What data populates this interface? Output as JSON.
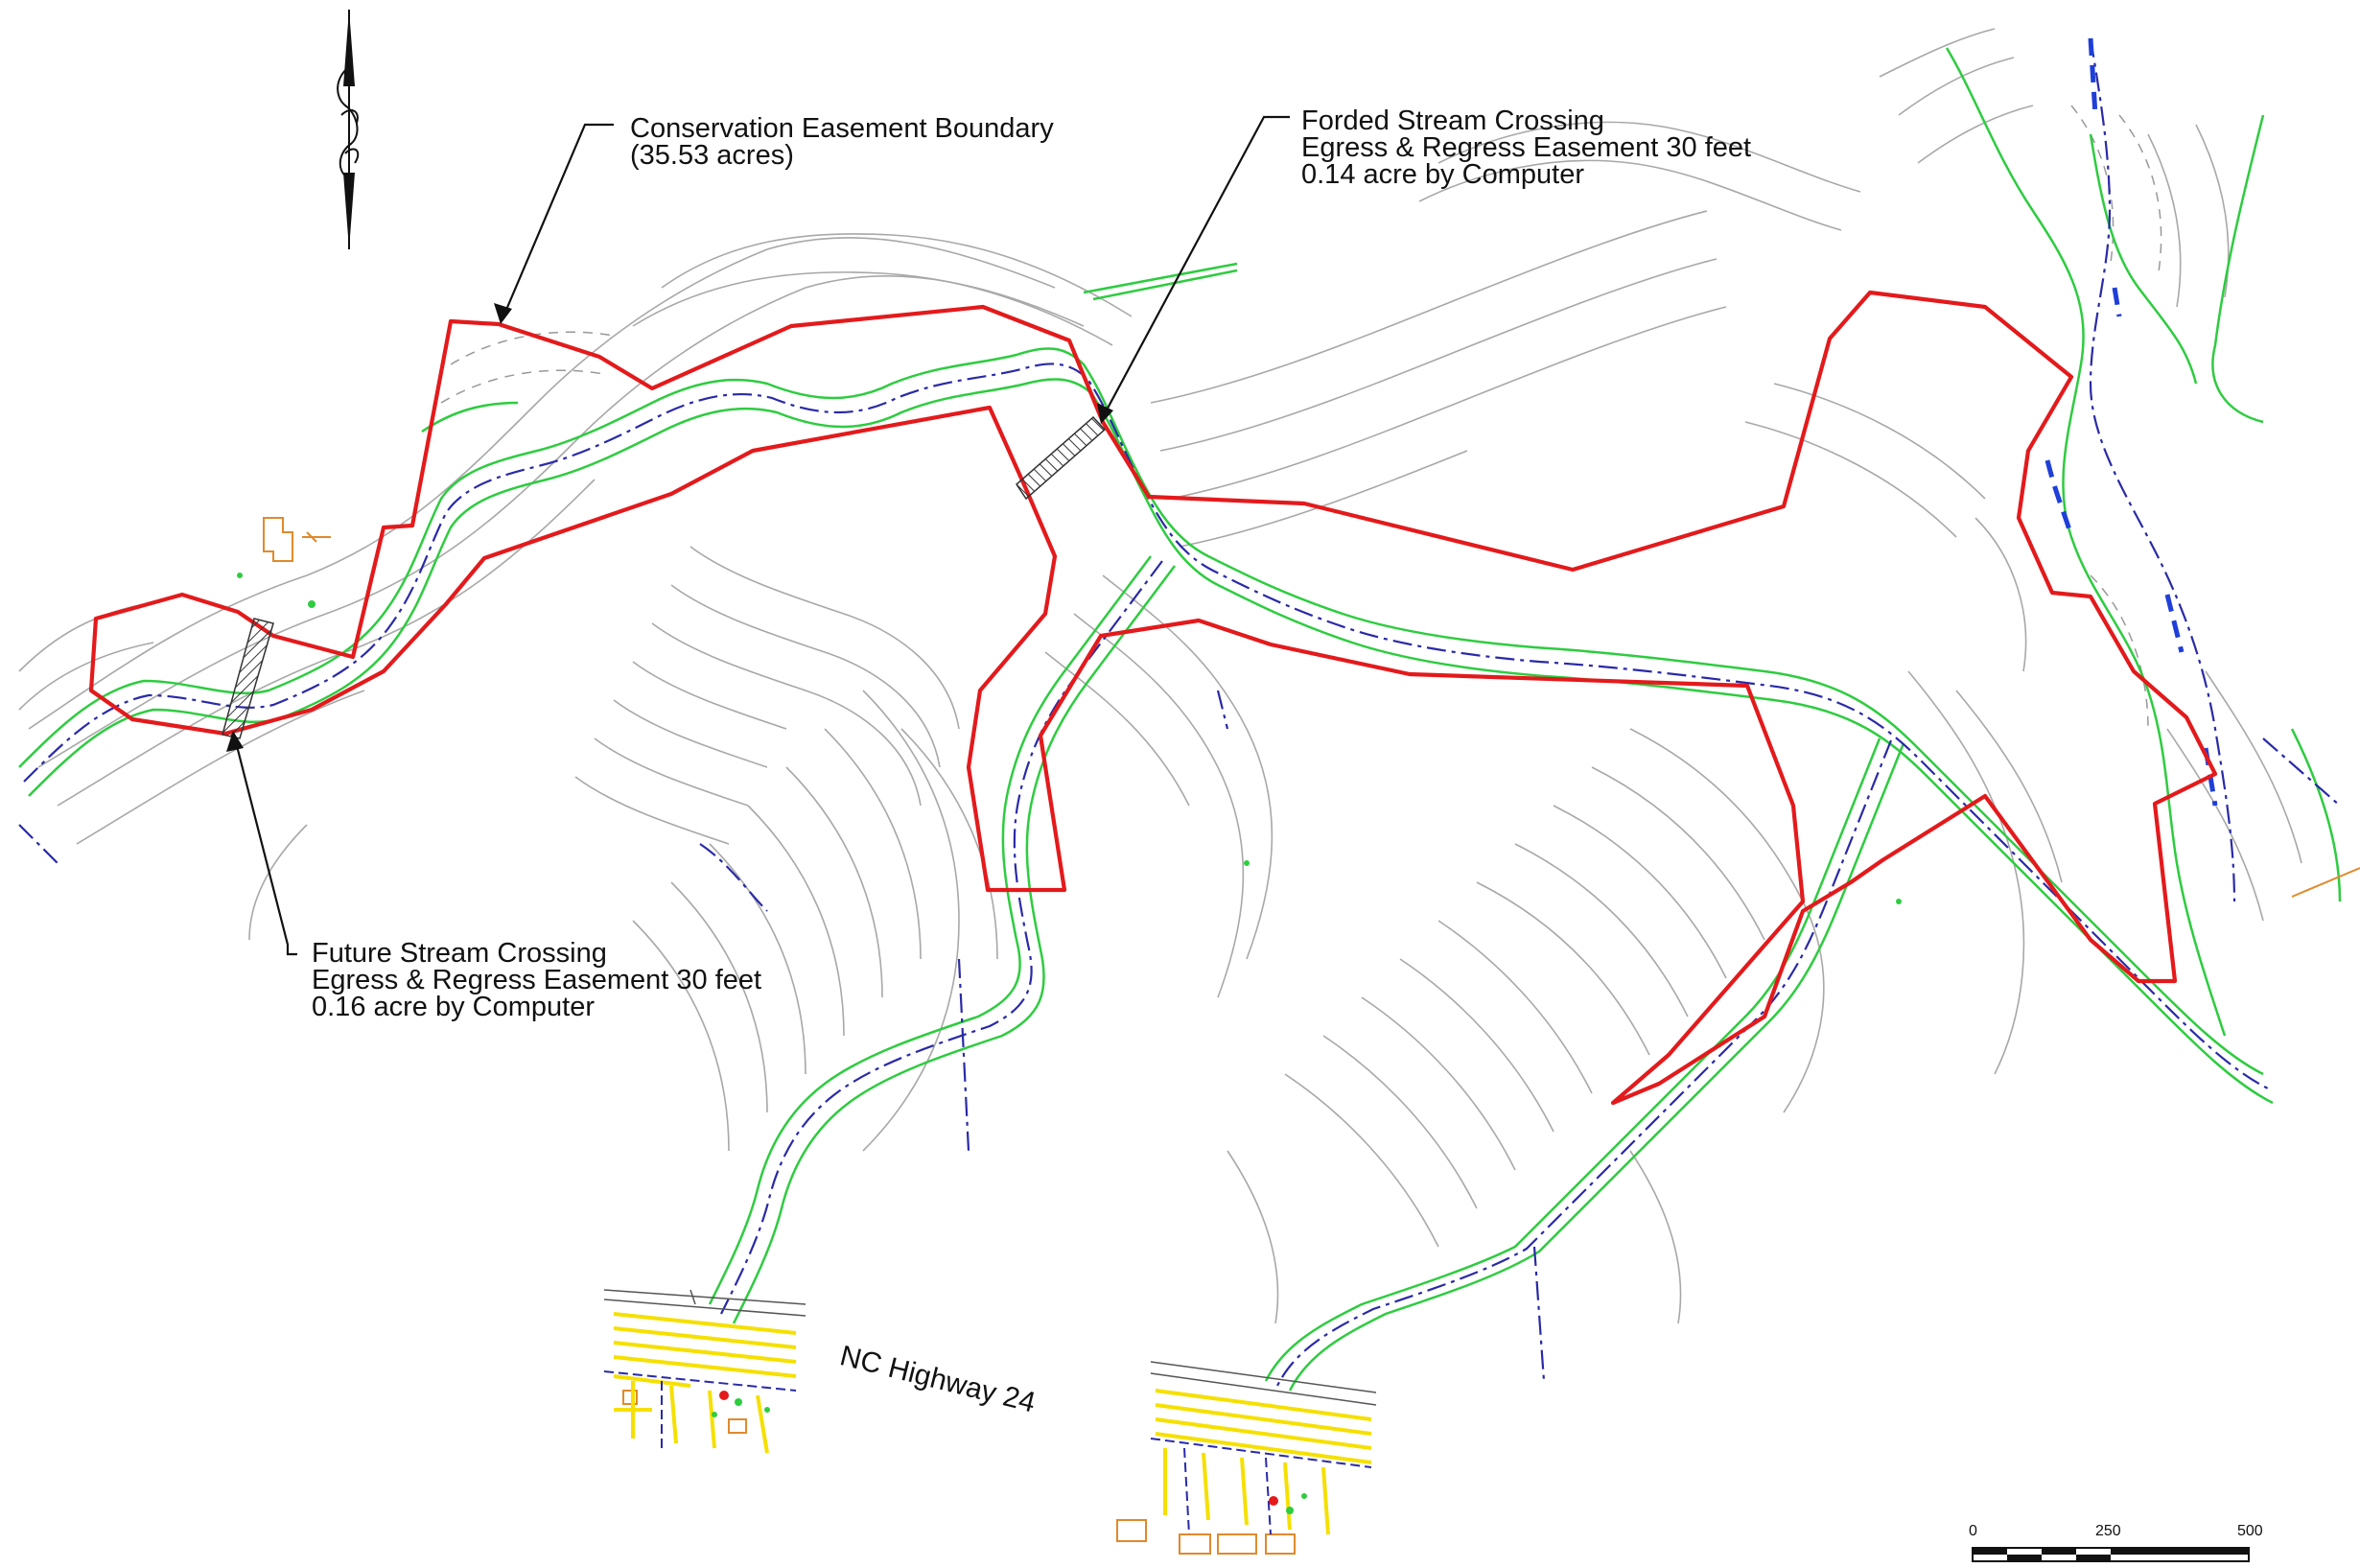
{
  "labels": {
    "conservation_line1": "Conservation Easement Boundary",
    "conservation_line2": "(35.53 acres)",
    "forded_line1": "Forded Stream Crossing",
    "forded_line2": "Egress & Regress Easement 30 feet",
    "forded_line3": "0.14 acre by Computer",
    "future_line1": "Future Stream Crossing",
    "future_line2": "Egress & Regress Easement 30 feet",
    "future_line3": "0.16 acre by Computer",
    "highway": "NC Highway 24"
  },
  "scale_bar": {
    "tick_0": "0",
    "tick_250": "250",
    "tick_500": "500"
  },
  "icons": {
    "north_arrow": "north-arrow-icon"
  },
  "colors": {
    "easement_boundary": "#e31a1c",
    "riparian_buffer": "#2ecc40",
    "stream_channel": "#2222aa",
    "contour_line": "#9a9a9a",
    "road_yellow": "#f5e000",
    "structure_orange": "#e08a2c",
    "crossing_hatch": "#333333"
  }
}
